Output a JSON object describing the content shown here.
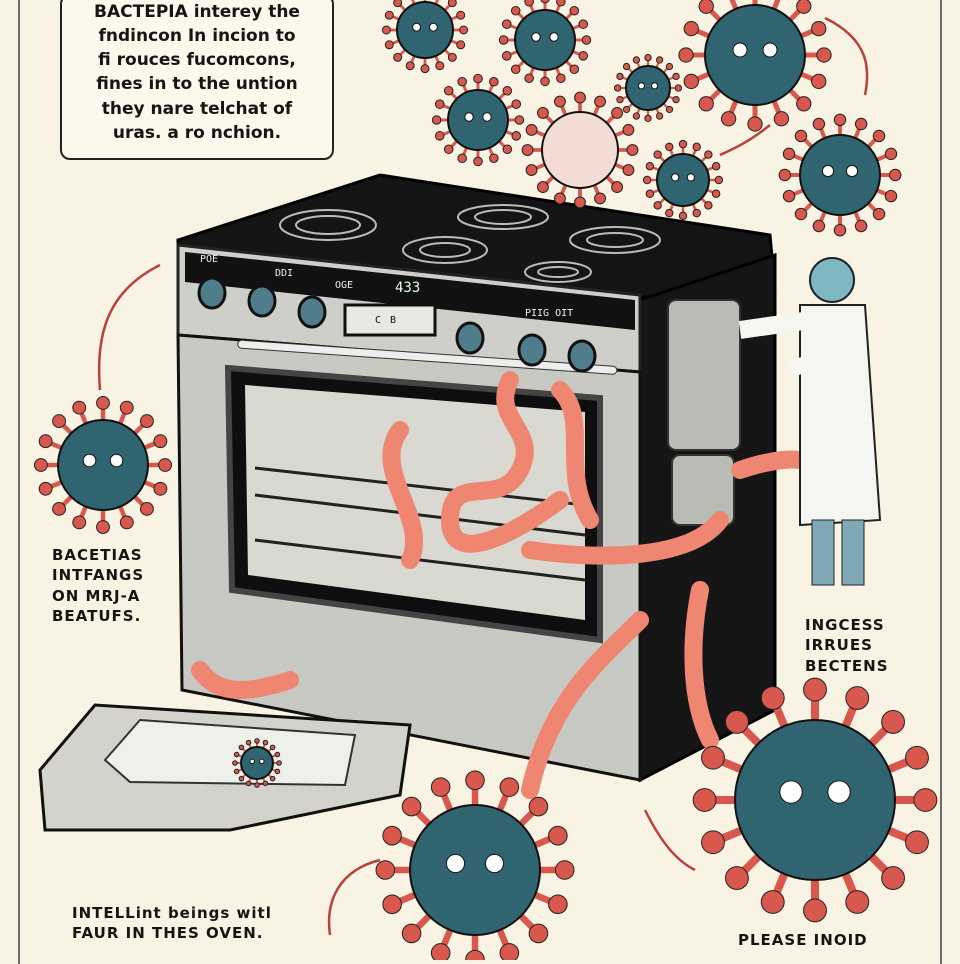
{
  "top_box": {
    "lines": [
      "BACTEPIA interey the",
      "fndincon In incion to",
      "fi rouces fucomcons,",
      "fines in to the untion",
      "they nare telchat of",
      "uras. a ro nchion."
    ]
  },
  "left_caption": {
    "lines": [
      "BACETIAS",
      "INTFANGS",
      "ON MRJ-A",
      "BEATUFS."
    ]
  },
  "right_caption": {
    "lines": [
      "INGCESS",
      "IRRUES",
      "BECTENS"
    ]
  },
  "bottom_left_caption": {
    "lines": [
      "INTELLint beings witl",
      "FAUR IN THES OVEN."
    ]
  },
  "bottom_right_caption": {
    "text": "PLEASE INOID"
  },
  "oven": {
    "panel_labels": [
      "POE",
      "DDI",
      "OGE",
      "PIIG OIT"
    ],
    "display": "433",
    "display_buttons": [
      "C",
      "B"
    ]
  },
  "colors": {
    "background": "#f8f3e2",
    "virus": "#2f6470",
    "spike": "#d8584e",
    "worm": "#ef8a78",
    "oven_body": "#1c1c1c",
    "oven_steel": "#c9c9c4"
  }
}
